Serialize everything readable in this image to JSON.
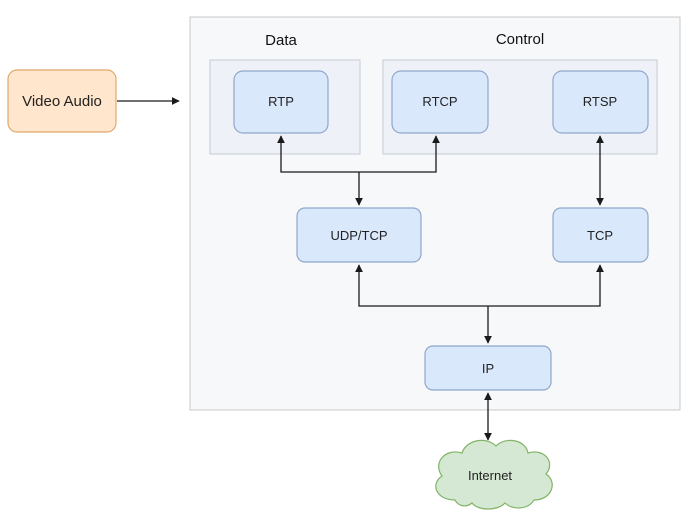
{
  "source": {
    "label": "Video Audio"
  },
  "groups": {
    "data_title": "Data",
    "control_title": "Control"
  },
  "nodes": {
    "rtp": "RTP",
    "rtcp": "RTCP",
    "rtsp": "RTSP",
    "udp_tcp": "UDP/TCP",
    "tcp": "TCP",
    "ip": "IP",
    "internet": "Internet"
  },
  "colors": {
    "box_fill": "#dae8fc",
    "box_stroke": "#8fa8c9",
    "group_fill": "#eef1f7",
    "group_stroke": "#c5cbd6",
    "outer_fill": "#f7f8fa",
    "outer_stroke": "#c8c8c8",
    "source_fill": "#ffe6cc",
    "source_stroke": "#e0a86a",
    "cloud_fill": "#d5e8d4",
    "cloud_stroke": "#82b366",
    "line": "#1a1a1a"
  }
}
